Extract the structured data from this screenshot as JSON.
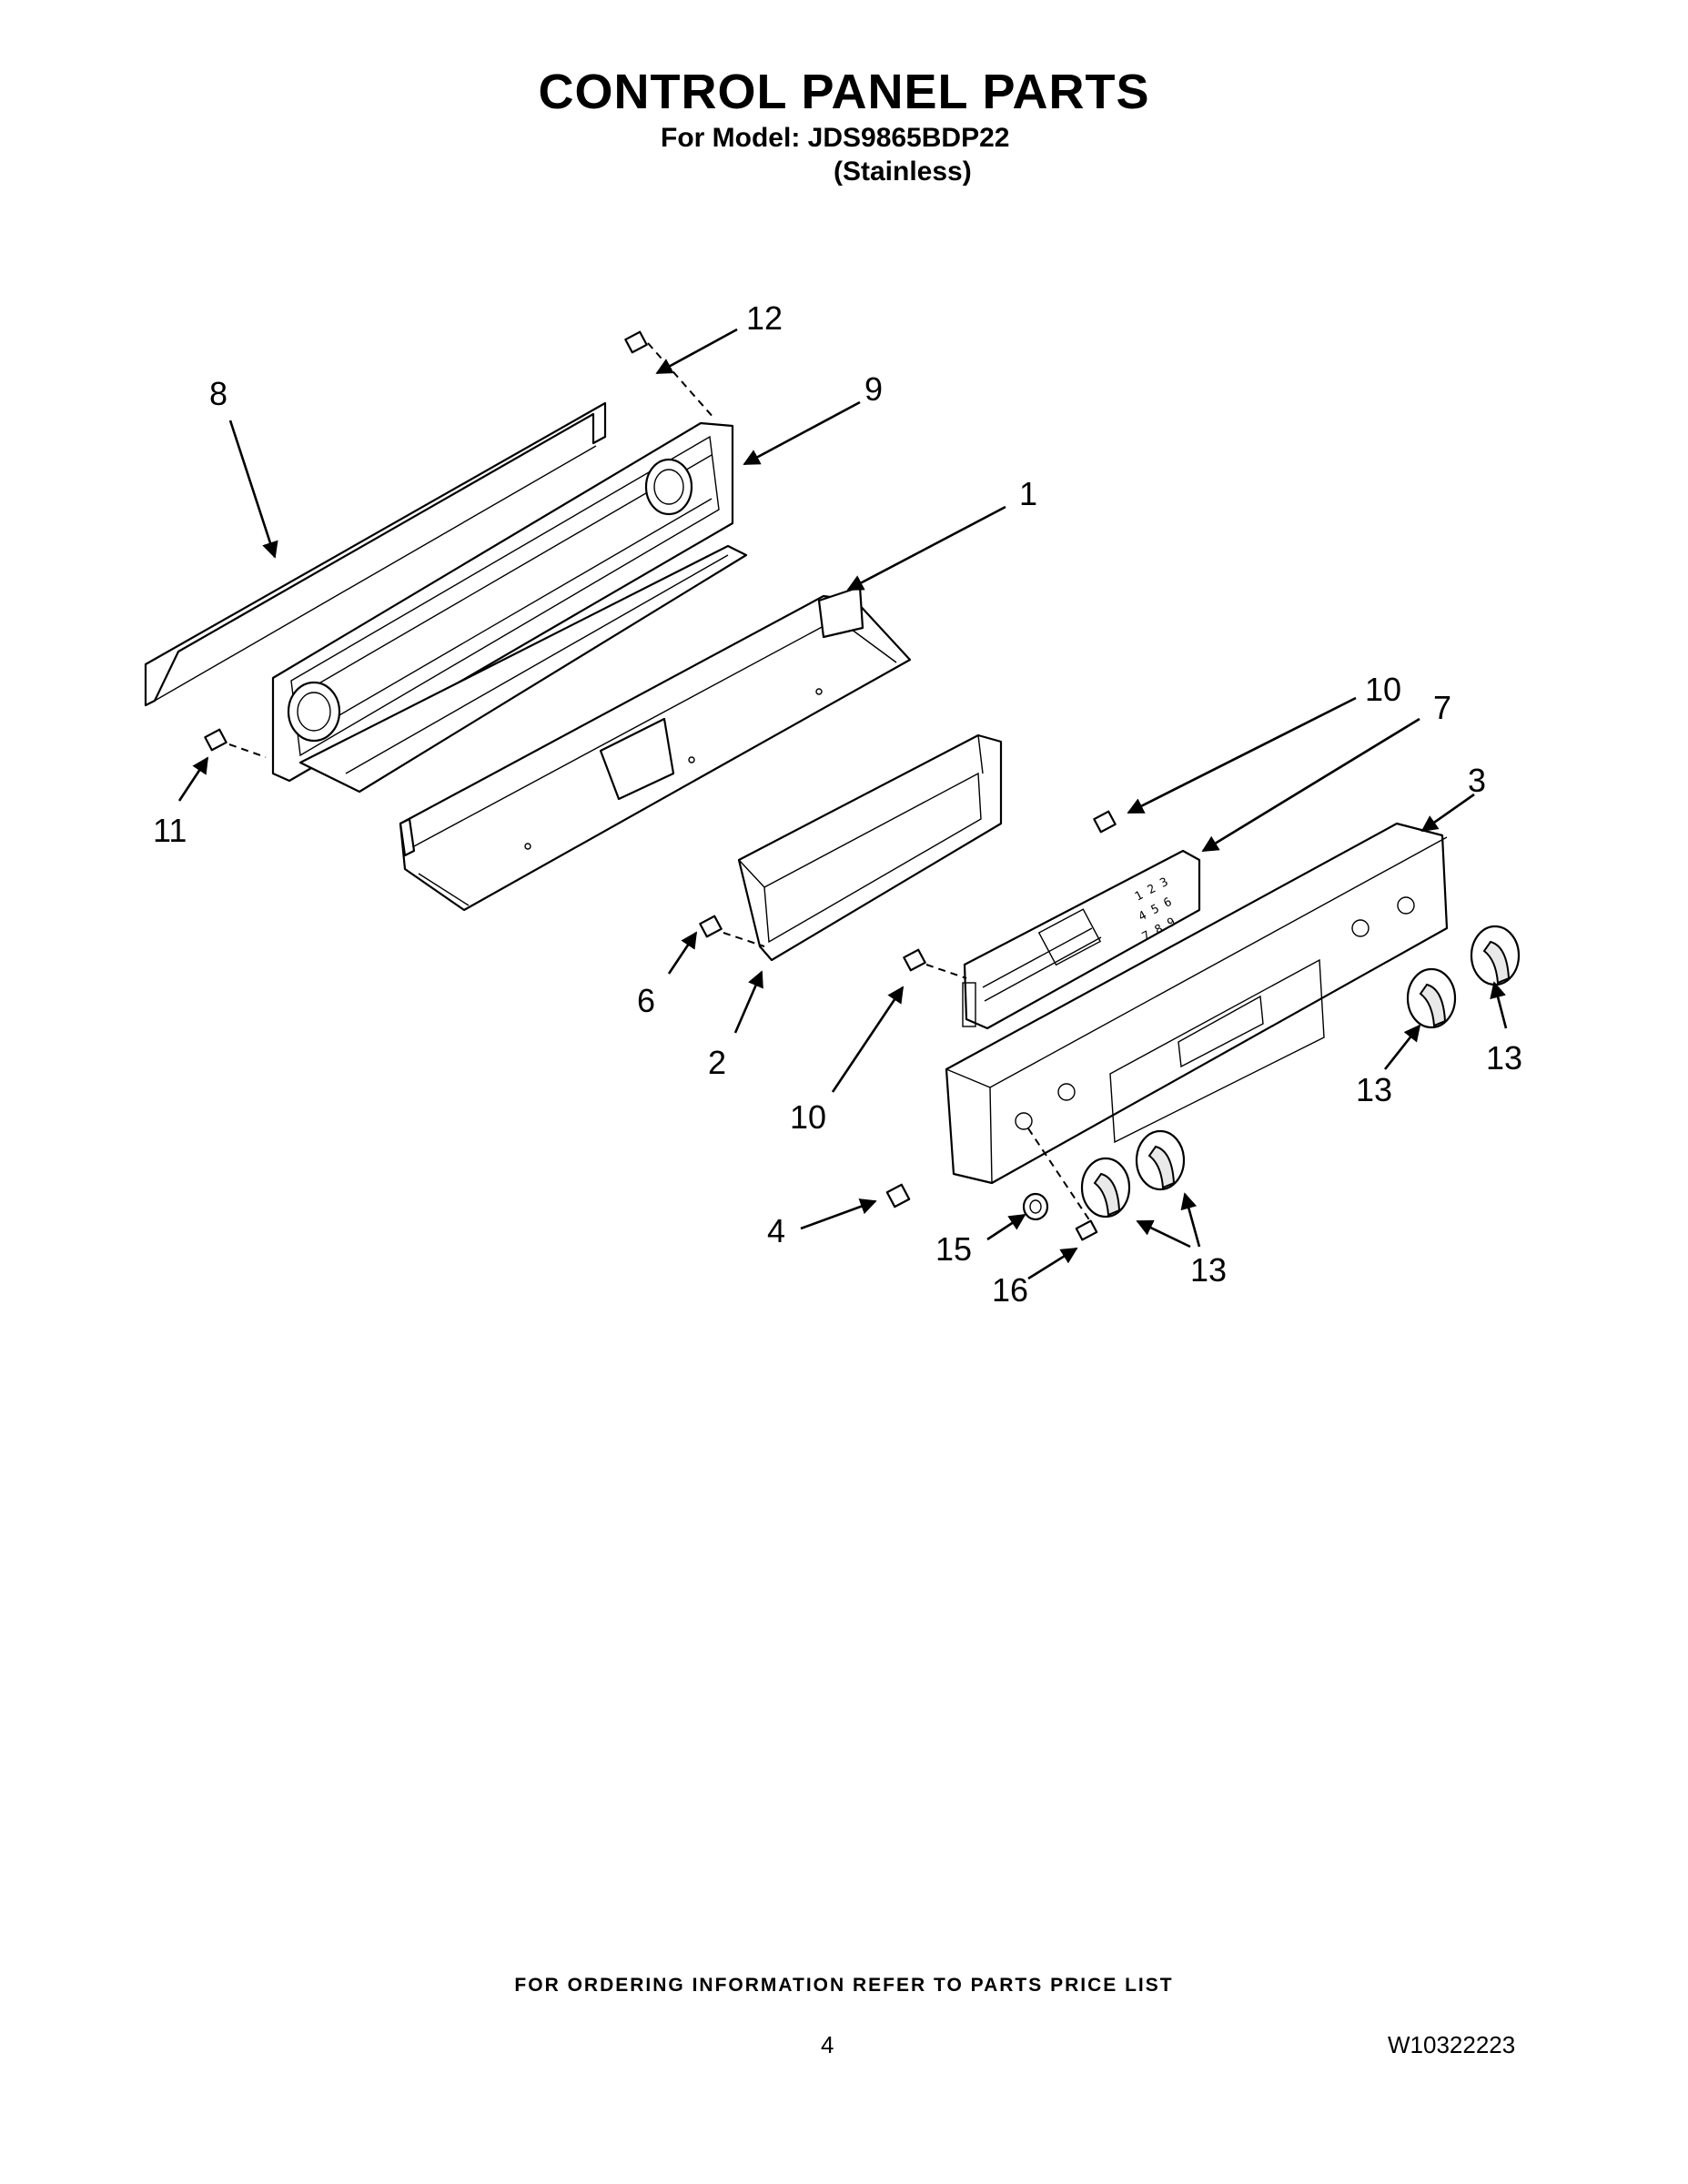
{
  "header": {
    "title": "CONTROL PANEL PARTS",
    "model_line": "For Model: JDS9865BDP22",
    "variant": "(Stainless)"
  },
  "callouts": [
    {
      "id": "c12",
      "label": "12"
    },
    {
      "id": "c8",
      "label": "8"
    },
    {
      "id": "c9",
      "label": "9"
    },
    {
      "id": "c1",
      "label": "1"
    },
    {
      "id": "c11",
      "label": "11"
    },
    {
      "id": "c10a",
      "label": "10"
    },
    {
      "id": "c7",
      "label": "7"
    },
    {
      "id": "c3",
      "label": "3"
    },
    {
      "id": "c6",
      "label": "6"
    },
    {
      "id": "c2",
      "label": "2"
    },
    {
      "id": "c10b",
      "label": "10"
    },
    {
      "id": "c13a",
      "label": "13"
    },
    {
      "id": "c13b",
      "label": "13"
    },
    {
      "id": "c4",
      "label": "4"
    },
    {
      "id": "c15",
      "label": "15"
    },
    {
      "id": "c16",
      "label": "16"
    },
    {
      "id": "c13c",
      "label": "13"
    }
  ],
  "footer": {
    "ordering_note": "FOR ORDERING INFORMATION REFER TO PARTS PRICE LIST",
    "page_number": "4",
    "document_number": "W10322223"
  }
}
